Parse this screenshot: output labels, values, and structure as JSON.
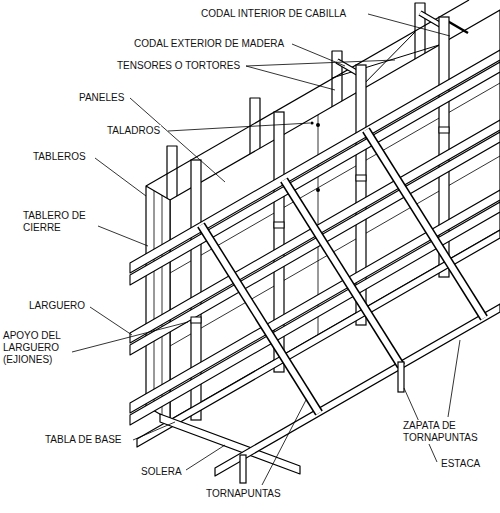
{
  "diagram": {
    "labels": [
      "CODAL INTERIOR DE CABILLA",
      "CODAL EXTERIOR DE MADERA",
      "TENSORES O TORTORES",
      "PANELES",
      "TALADROS",
      "TABLEROS",
      "TABLERO DE CIERRE",
      "LARGUERO",
      "APOYO DEL LARGUERO (EJIONES)",
      "ZAPATA DE TORNAPUNTAS",
      "TABLA DE BASE",
      "ESTACA",
      "SOLERA",
      "TORNAPUNTAS"
    ]
  }
}
